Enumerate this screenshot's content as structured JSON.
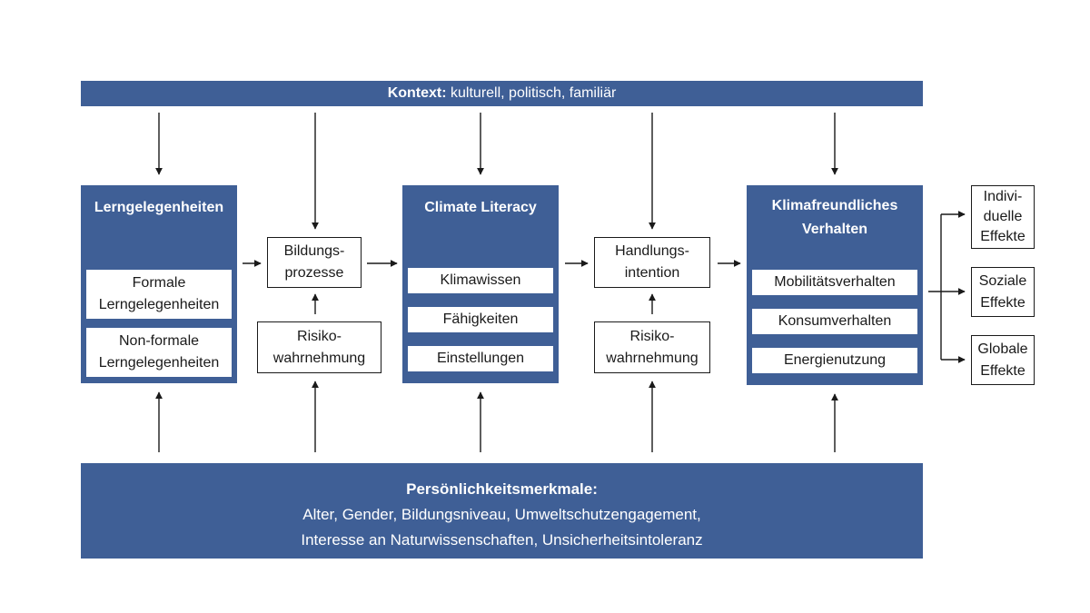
{
  "context": {
    "label": "Kontext:",
    "text": " kulturell, politisch, familiär"
  },
  "lerngelegenheiten": {
    "title": "Lerngelegenheiten",
    "items": [
      [
        "Formale",
        "Lerngelegenheiten"
      ],
      [
        "Non-formale",
        "Lerngelegenheiten"
      ]
    ]
  },
  "bildungsprozesse": [
    "Bildungs-",
    "prozesse"
  ],
  "risiko1": [
    "Risiko-",
    "wahrnehmung"
  ],
  "climate_literacy": {
    "title": "Climate Literacy",
    "items": [
      "Klimawissen",
      "Fähigkeiten",
      "Einstellungen"
    ]
  },
  "handlungsintention": [
    "Handlungs-",
    "intention"
  ],
  "risiko2": [
    "Risiko-",
    "wahrnehmung"
  ],
  "verhalten": {
    "title": [
      "Klimafreundliches",
      "Verhalten"
    ],
    "items": [
      "Mobilitätsverhalten",
      "Konsumverhalten",
      "Energienutzung"
    ]
  },
  "effekte": [
    [
      "Indivi-",
      "duelle",
      "Effekte"
    ],
    [
      "Soziale",
      "Effekte"
    ],
    [
      "Globale",
      "Effekte"
    ]
  ],
  "persoenlichkeit": {
    "title": "Persönlichkeitsmerkmale:",
    "lines": [
      "Alter, Gender, Bildungsniveau, Umweltschutzengagement,",
      "Interesse an Naturwissenschaften, Unsicherheitsintoleranz"
    ]
  }
}
